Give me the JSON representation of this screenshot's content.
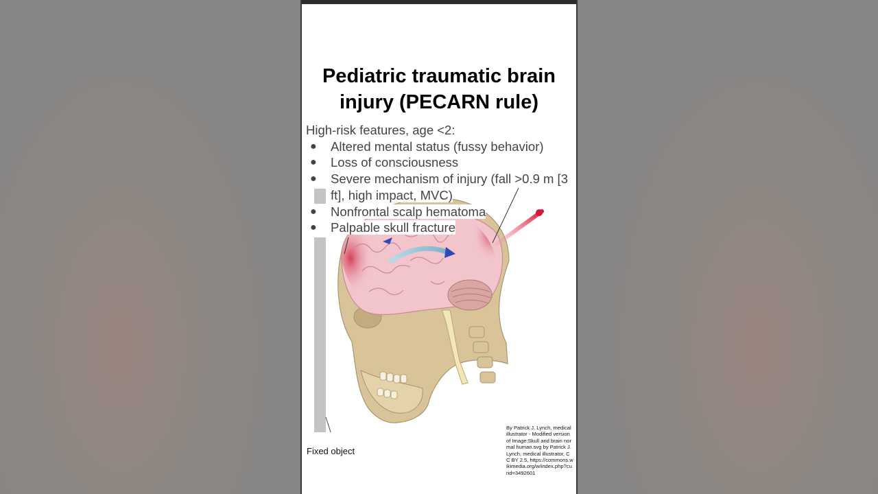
{
  "slide": {
    "title": "Pediatric traumatic brain injury (PECARN rule)",
    "features_heading": "High-risk features, age <2:",
    "features": [
      "Altered mental status (fussy behavior)",
      "Loss of consciousness",
      "Severe mechanism of injury (fall >0.9 m [3 ft], high impact, MVC)",
      "Nonfrontal scalp hematoma",
      "Palpable skull fracture"
    ],
    "fixed_object_label": "Fixed object",
    "credit": "By Patrick J. Lynch, medical illustrator - Modified version of Image:Skull and brain normal human.svg by Patrick J. Lynch, medical illustrator, CC BY 2.5, https://commons.wikimedia.org/w/index.php?curid=3492601"
  },
  "colors": {
    "page_background": "#8a8a8a",
    "slide_background": "#ffffff",
    "skull": "#d9c49a",
    "brain": "#f2c4cc",
    "contusion": "#d23a52",
    "arrow": "#2f49b8"
  },
  "icons": [
    "bullet-dot-icon",
    "impact-arrow-icon",
    "brain-motion-arrow-icon"
  ]
}
